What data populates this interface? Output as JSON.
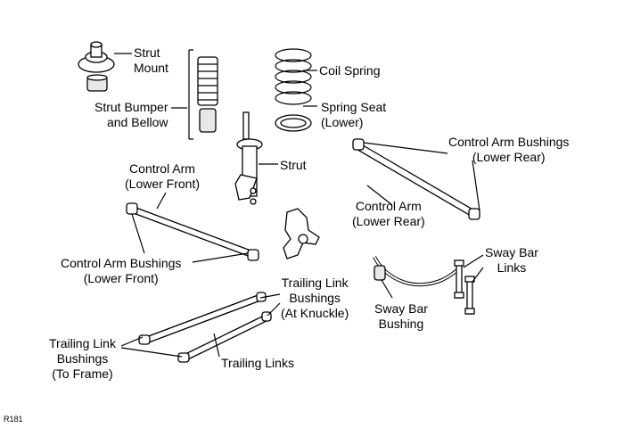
{
  "diagram_code": "R181",
  "labels": {
    "strut_mount": [
      "Strut",
      "Mount"
    ],
    "coil_spring": [
      "Coil Spring"
    ],
    "strut_bumper": [
      "Strut Bumper",
      "and Bellow"
    ],
    "spring_seat": [
      "Spring Seat",
      "(Lower)"
    ],
    "strut": [
      "Strut"
    ],
    "ca_bushings_lower_rear": [
      "Control Arm Bushings",
      "(Lower Rear)"
    ],
    "control_arm_lower_front": [
      "Control Arm",
      "(Lower Front)"
    ],
    "control_arm_lower_rear": [
      "Control Arm",
      "(Lower Rear)"
    ],
    "ca_bushings_lower_front": [
      "Control Arm Bushings",
      "(Lower Front)"
    ],
    "sway_bar_links": [
      "Sway Bar",
      "Links"
    ],
    "trailing_link_bushings_knuckle": [
      "Trailing Link",
      "Bushings",
      "(At Knuckle)"
    ],
    "sway_bar_bushing": [
      "Sway Bar",
      "Bushing"
    ],
    "trailing_link_bushings_frame": [
      "Trailing Link",
      "Bushings",
      "(To Frame)"
    ],
    "trailing_links": [
      "Trailing Links"
    ]
  }
}
